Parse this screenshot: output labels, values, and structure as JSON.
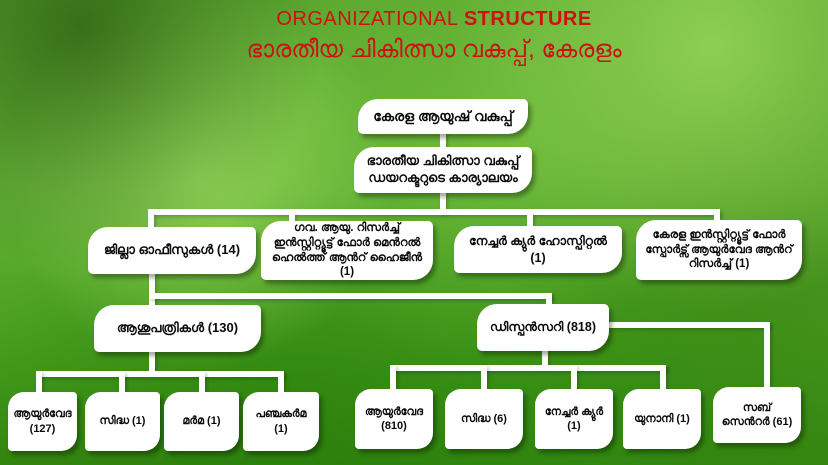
{
  "title": {
    "line1_normal": "ORGANIZATIONAL",
    "line1_bold": "STRUCTURE",
    "line2": "ഭാരതീയ ചികിത്സാ വകുപ്പ്, കേരളം"
  },
  "colors": {
    "title_red": "#cc1212",
    "node_background": "#ffffff",
    "node_text": "#0a0a0a",
    "connector": "#ffffff",
    "background_green": "#5ca830"
  },
  "nodes": {
    "root": {
      "label": "കേരള ആയുഷ് വകുപ്പ്"
    },
    "directorate": {
      "label": "ഭാരതീയ ചികിത്സാ വകുപ്പ് ഡയറക്ടറുടെ കാര്യാലയം"
    },
    "district_offices": {
      "label": "ജില്ലാ ഓഫീസുകൾ (14)"
    },
    "mental_health_institute": {
      "label": "ഗവ. ആയു. റിസർച്ച് ഇൻസ്റ്റിറ്റ്യൂട്ട് ഫോർ മെൻറൽ ഹെൽത്ത് ആൻറ് ഹൈജീൻ (1)"
    },
    "nature_cure_hospital": {
      "label": "നേച്ചർ ക്യുർ ഹോസ്പിറ്റൽ (1)"
    },
    "sports_ayurveda_institute": {
      "label": "കേരള ഇൻസ്റ്റിറ്റ്യൂട്ട് ഫോർ സ്പോർട്സ് ആയുർവേദ ആൻറ് റിസർച്ച് (1)"
    },
    "hospitals": {
      "label": "ആശുപത്രികൾ (130)"
    },
    "dispensaries": {
      "label": "ഡിസ്പൻസറി (818)"
    },
    "hospital_ayurveda": {
      "label": "ആയുർവേദ (127)"
    },
    "hospital_siddha": {
      "label": "സിദ്ധ (1)"
    },
    "hospital_marma": {
      "label": "മർമ (1)"
    },
    "hospital_panchakarma": {
      "label": "പഞ്ചകർമ (1)"
    },
    "dispensary_ayurveda": {
      "label": "ആയുർവേദ (810)"
    },
    "dispensary_siddha": {
      "label": "സിദ്ധ (6)"
    },
    "dispensary_nature_cure": {
      "label": "നേച്ചർ ക്യുർ (1)"
    },
    "dispensary_yunani": {
      "label": "യുനാനി (1)"
    },
    "sub_centers": {
      "label": "സബ് സെൻറർ (61)"
    }
  }
}
